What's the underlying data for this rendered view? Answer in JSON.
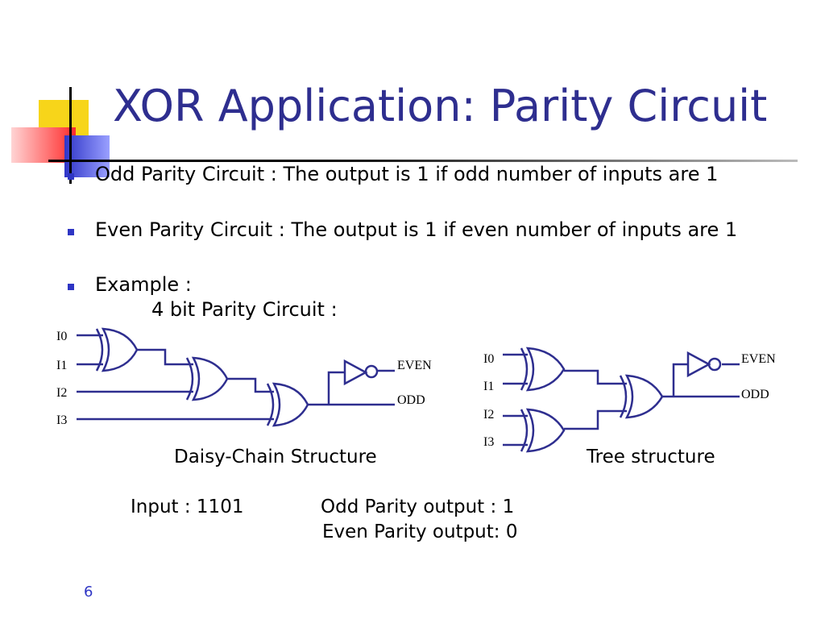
{
  "slide": {
    "title": "XOR Application: Parity Circuit",
    "page_number": "6",
    "accent_color": "#2e2e8f",
    "bullet_color": "#2e35c4"
  },
  "bullets": [
    {
      "text": "Odd Parity Circuit : The output is 1 if odd number of inputs are 1"
    },
    {
      "text": "Even Parity Circuit : The output is 1 if even number of inputs are 1"
    },
    {
      "text": "Example :",
      "sub": "4 bit Parity Circuit :"
    }
  ],
  "daisy_chain": {
    "inputs": [
      "I0",
      "I1",
      "I2",
      "I3"
    ],
    "outputs": [
      "EVEN",
      "ODD"
    ],
    "caption": "Daisy-Chain Structure"
  },
  "tree": {
    "inputs": [
      "I0",
      "I1",
      "I2",
      "I3"
    ],
    "outputs": [
      "EVEN",
      "ODD"
    ],
    "caption": "Tree structure"
  },
  "example": {
    "input": "Input : 1101",
    "odd_output": "Odd Parity output  : 1",
    "even_output": "Even Parity output: 0"
  }
}
